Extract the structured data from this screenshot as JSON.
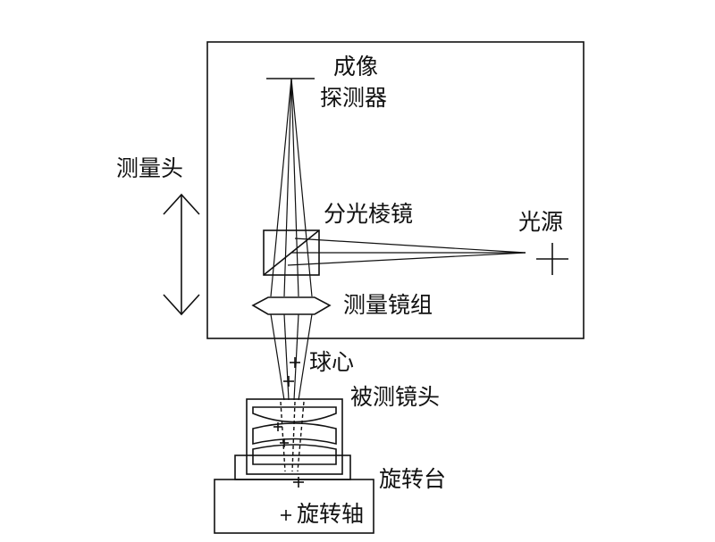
{
  "labels": {
    "detector": [
      "成像",
      "探测器"
    ],
    "measuring_head": "测量头",
    "beam_splitter": "分光棱镜",
    "light_source": "光源",
    "measuring_lens_group": "测量镜组",
    "sphere_center": "球心",
    "lens_under_test": "被测镜头",
    "rotary_table": "旋转台",
    "rotation_axis": "旋转轴"
  }
}
